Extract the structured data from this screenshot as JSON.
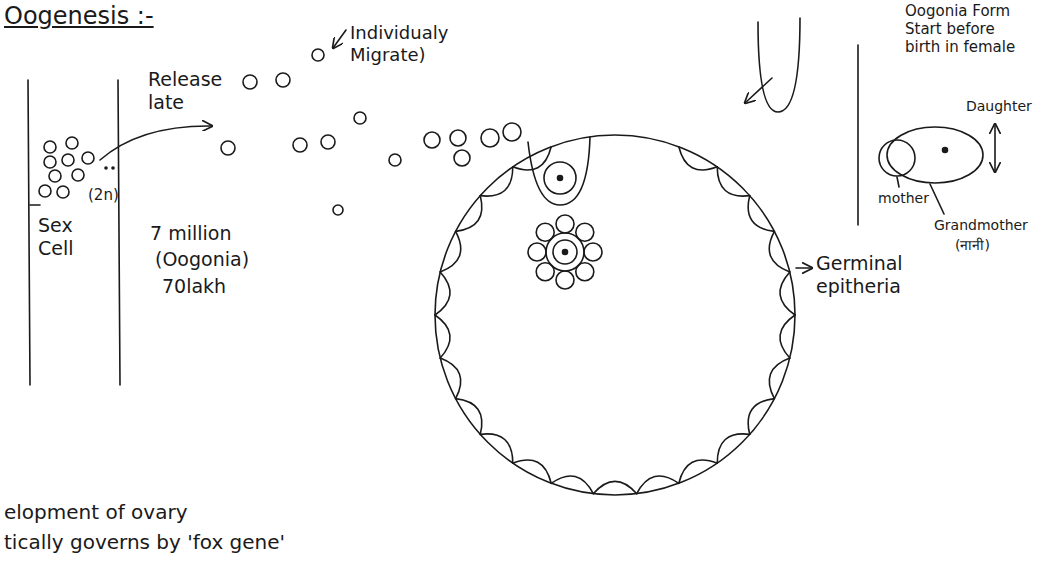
{
  "diagram": {
    "title": "Oogenesis :-",
    "labels": [
      "Release late",
      "Individualy Migrate)",
      "Sex Cell",
      "(2n)",
      "7 million",
      "(Oogonia)",
      "70lakh",
      "Germinal epitheria",
      "Oogonia Form Start before birth in female",
      "Daughter",
      "mother",
      "Grandmother",
      "(नानी)",
      "elopment of ovary",
      "tically governs by 'fox gene'"
    ]
  }
}
